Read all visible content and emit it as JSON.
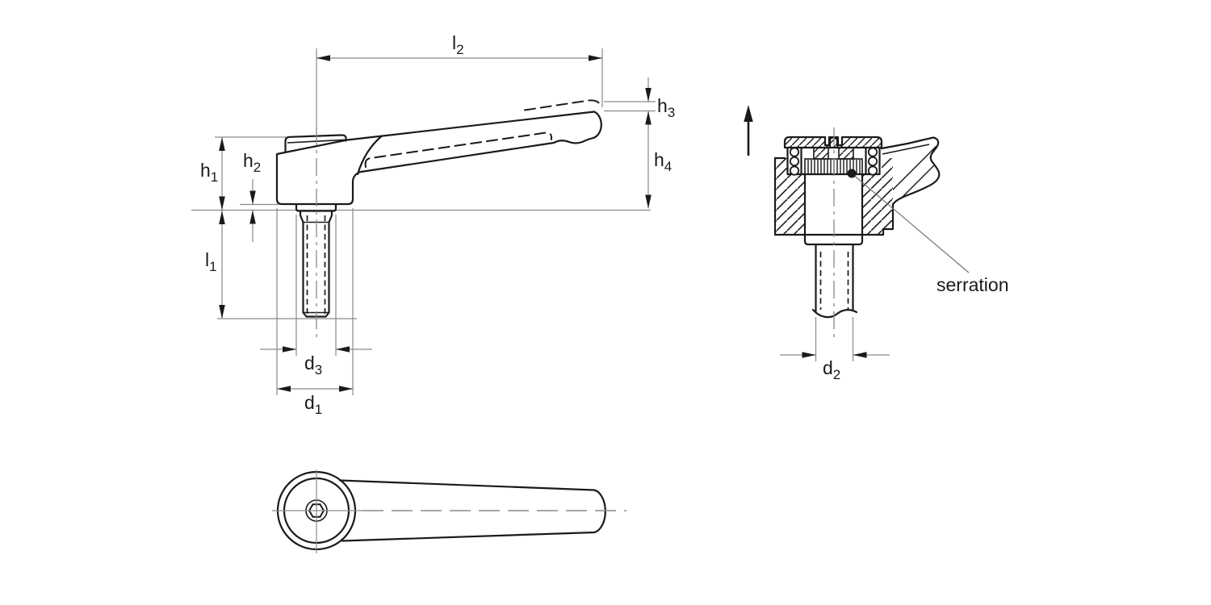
{
  "drawing": {
    "labels": {
      "l2": {
        "base": "l",
        "sub": "2"
      },
      "h3": {
        "base": "h",
        "sub": "3"
      },
      "h4": {
        "base": "h",
        "sub": "4"
      },
      "h1": {
        "base": "h",
        "sub": "1"
      },
      "h2": {
        "base": "h",
        "sub": "2"
      },
      "l1": {
        "base": "l",
        "sub": "1"
      },
      "d3": {
        "base": "d",
        "sub": "3"
      },
      "d1": {
        "base": "d",
        "sub": "1"
      },
      "d2": {
        "base": "d",
        "sub": "2"
      }
    },
    "annotations": {
      "serration": "serration"
    },
    "colors": {
      "object_line": "#1a1a1a",
      "thin_line": "#8a8a8a",
      "arrow_fill": "#1a1a1a",
      "background": "#ffffff"
    }
  }
}
